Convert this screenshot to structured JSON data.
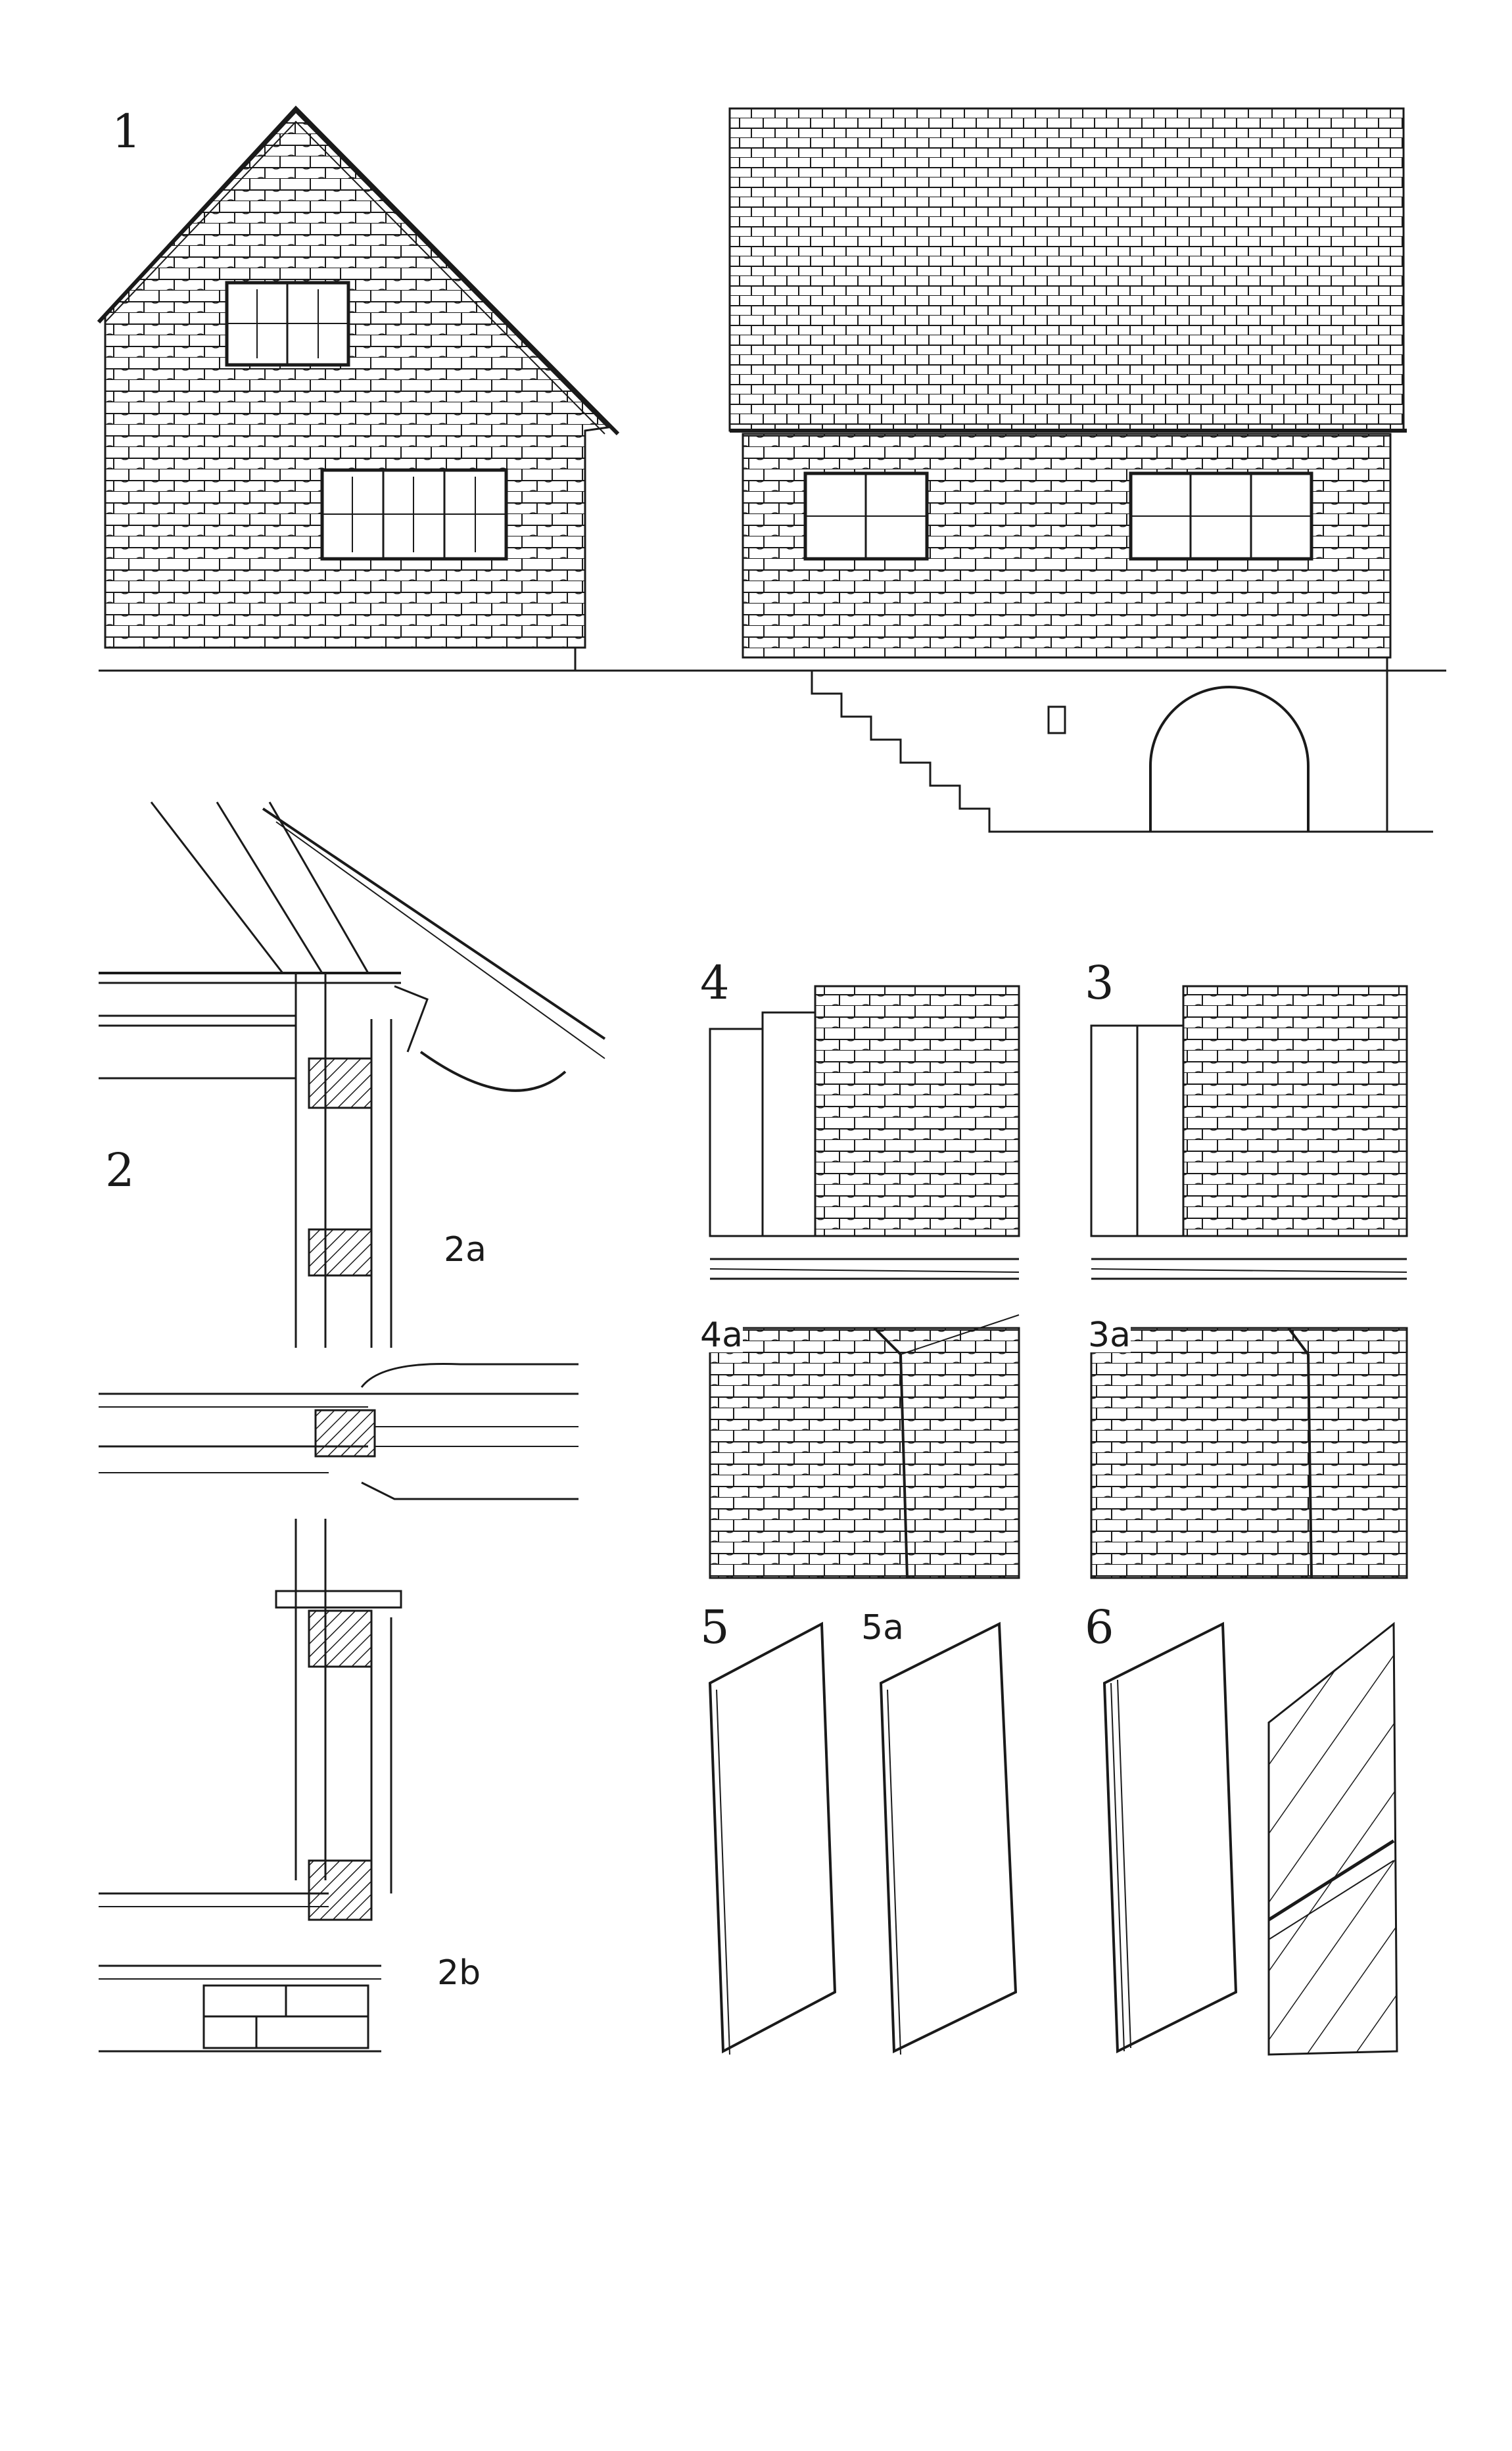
{
  "plate": {
    "figures": {
      "f1": "1",
      "f2": "2",
      "f2a": "2a",
      "f2b": "2b",
      "f3": "3",
      "f3a": "3a",
      "f4": "4",
      "f4a": "4a",
      "f5": "5",
      "f5a": "5a",
      "f6": "6"
    },
    "ink_color": "#1a1a1a",
    "paper_color": "#ffffff"
  }
}
